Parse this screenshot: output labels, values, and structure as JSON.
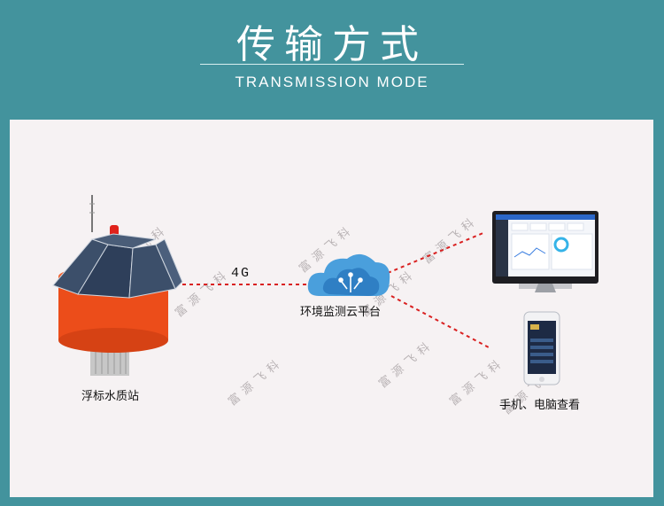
{
  "header": {
    "title": "传输方式",
    "subtitle": "TRANSMISSION MODE"
  },
  "diagram": {
    "station_label": "浮标水质站",
    "link_label": "4G",
    "cloud_label": "环境监测云平台",
    "device_label": "手机、电脑查看"
  },
  "watermark": "富源飞科",
  "colors": {
    "background": "#43939d",
    "panel": "#f6f2f3",
    "buoy": "#ec4d1a",
    "link": "#d92020",
    "cloud": "#4a9fdc"
  }
}
